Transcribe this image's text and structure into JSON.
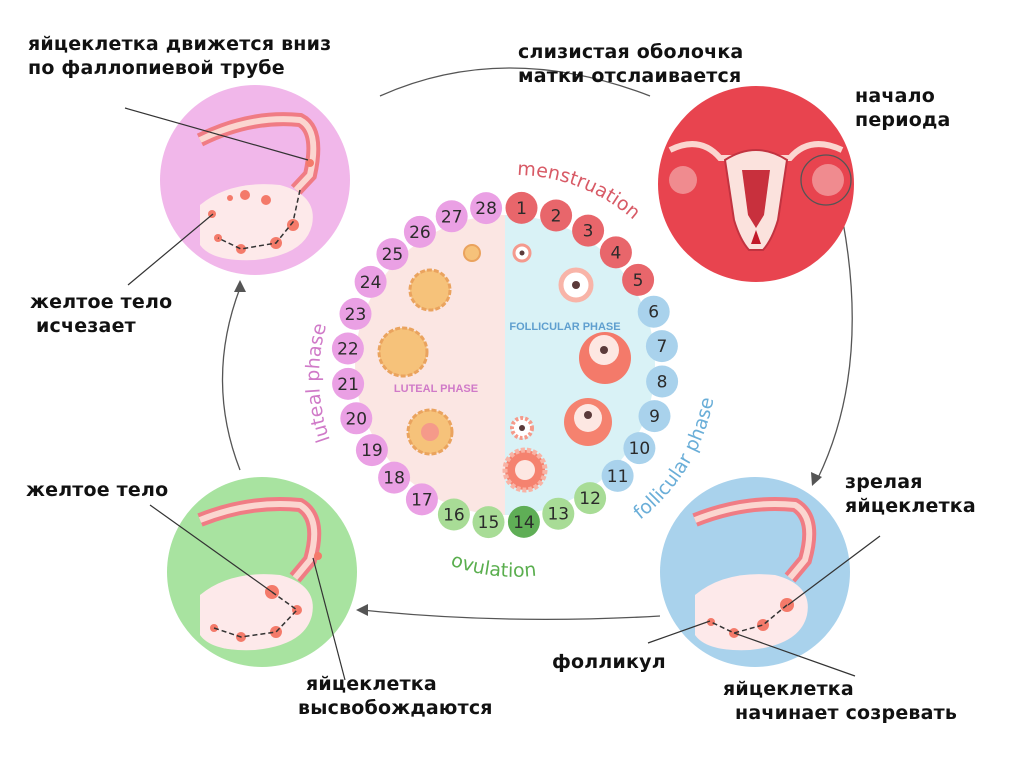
{
  "labels": {
    "egg_moves": [
      "яйцеклетка движется вниз",
      "по фаллопиевой трубе"
    ],
    "lining_sheds": [
      "слизистая оболочка",
      "матки отслаивается"
    ],
    "period_start": [
      "начало",
      "периода"
    ],
    "corpus_luteum_disappears": [
      "желтое тело",
      "исчезает"
    ],
    "corpus_luteum": [
      "желтое тело"
    ],
    "mature_egg": [
      "зрелая",
      "яйцеклетка"
    ],
    "follicle": [
      "фолликул"
    ],
    "egg_released": [
      "яйцеклетка",
      "высвобождаются"
    ],
    "egg_matures": [
      "яйцеклетка",
      "начинает созревать"
    ]
  },
  "phases": {
    "menstruation": "menstruation",
    "follicular_arc": "follicular phase",
    "ovulation": "ovulation",
    "luteal_arc": "luteal phase",
    "follicular_inner": "FOLLICULAR PHASE",
    "luteal_inner": "LUTEAL PHASE"
  },
  "days": [
    {
      "n": "1",
      "phase": "menstruation"
    },
    {
      "n": "2",
      "phase": "menstruation"
    },
    {
      "n": "3",
      "phase": "menstruation"
    },
    {
      "n": "4",
      "phase": "menstruation"
    },
    {
      "n": "5",
      "phase": "menstruation"
    },
    {
      "n": "6",
      "phase": "follicular"
    },
    {
      "n": "7",
      "phase": "follicular"
    },
    {
      "n": "8",
      "phase": "follicular"
    },
    {
      "n": "9",
      "phase": "follicular"
    },
    {
      "n": "10",
      "phase": "follicular"
    },
    {
      "n": "11",
      "phase": "follicular"
    },
    {
      "n": "12",
      "phase": "ovulation"
    },
    {
      "n": "13",
      "phase": "ovulation"
    },
    {
      "n": "14",
      "phase": "ovulation-peak"
    },
    {
      "n": "15",
      "phase": "ovulation"
    },
    {
      "n": "16",
      "phase": "ovulation"
    },
    {
      "n": "17",
      "phase": "luteal"
    },
    {
      "n": "18",
      "phase": "luteal"
    },
    {
      "n": "19",
      "phase": "luteal"
    },
    {
      "n": "20",
      "phase": "luteal"
    },
    {
      "n": "21",
      "phase": "luteal"
    },
    {
      "n": "22",
      "phase": "luteal"
    },
    {
      "n": "23",
      "phase": "luteal"
    },
    {
      "n": "24",
      "phase": "luteal"
    },
    {
      "n": "25",
      "phase": "luteal"
    },
    {
      "n": "26",
      "phase": "luteal"
    },
    {
      "n": "27",
      "phase": "luteal"
    },
    {
      "n": "28",
      "phase": "luteal"
    }
  ],
  "colors": {
    "menstruation": "#e8666b",
    "follicular": "#a9d2ec",
    "ovulation": "#a8dc96",
    "ovulation_peak": "#5fae56",
    "luteal": "#eaa0e4",
    "menstruation_text": "#d85a66",
    "follicular_text": "#6aaed8",
    "ovulation_text": "#5aae4e",
    "luteal_text": "#d07ac8",
    "follicle": "#f47a6a"
  }
}
